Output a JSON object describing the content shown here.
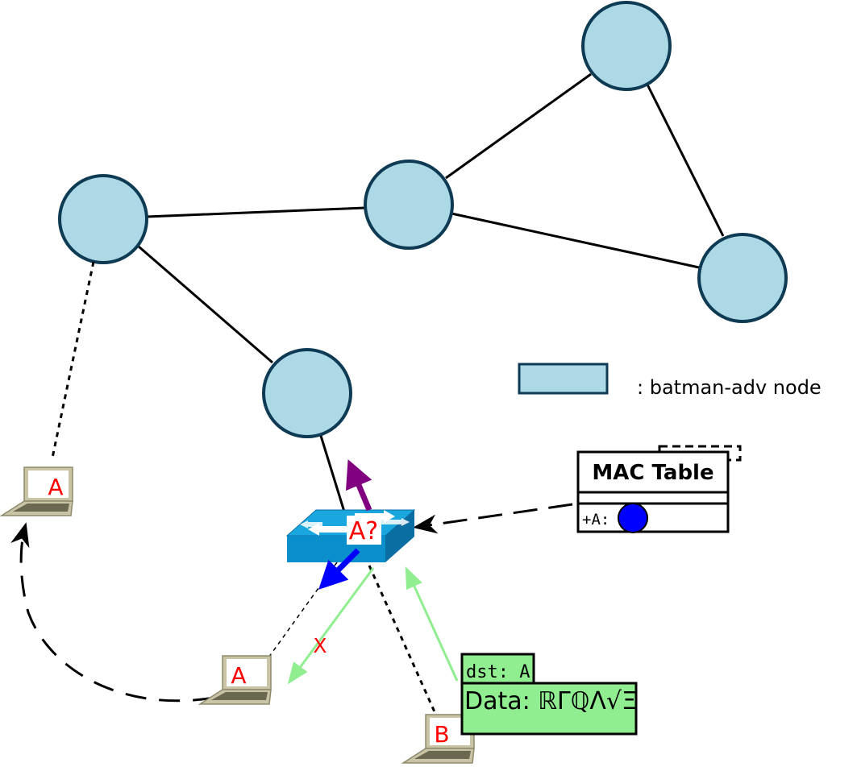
{
  "colors": {
    "node_fill": "#add8e6",
    "switch_top": "#1aa7e0",
    "switch_side": "#0b6ea3",
    "purple_arrow": "#800080",
    "blue_arrow": "#0000ff",
    "green_arrow": "#90ee90",
    "packet_fill": "#90ee90",
    "label_red": "#ff0000"
  },
  "legend": {
    "label": ": batman-adv node"
  },
  "switch": {
    "label": "A?"
  },
  "mac_table": {
    "title": "MAC Table",
    "entry_label": "+A:"
  },
  "packet": {
    "header": "dst: A",
    "data": "Data: ℝΓℚΛ√Ξ"
  },
  "laptops": {
    "a_remote": "A",
    "a_local": "A",
    "b": "B"
  },
  "drop_marker": "X",
  "icons": [
    "laptop-icon",
    "switch-icon"
  ]
}
